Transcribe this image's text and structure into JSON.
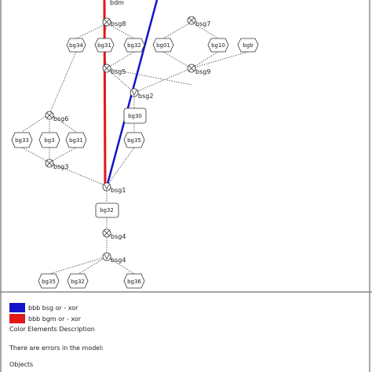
{
  "colors": {
    "red": "#e01818",
    "blue": "#1414c8",
    "edge": "#444444",
    "border": "#888888"
  },
  "nodes": {
    "top": {
      "label": "bdm"
    },
    "g1": {
      "label": "bsg8"
    },
    "g2": {
      "label": "bsg7"
    },
    "g3": {
      "label": "bsg5"
    },
    "g4": {
      "label": "bsg9"
    },
    "g5": {
      "label": "bsg2"
    },
    "g6": {
      "label": "bsg6"
    },
    "g7": {
      "label": "bsg3"
    },
    "g8": {
      "label": "bsg1"
    },
    "g9": {
      "label": "bsg4"
    },
    "g10": {
      "label": "bsg4"
    },
    "h1": {
      "label": "bg34"
    },
    "h2": {
      "label": "bg31"
    },
    "h3": {
      "label": "bg32"
    },
    "h4": {
      "label": "bg01"
    },
    "h5": {
      "label": "bg10"
    },
    "h6": {
      "label": "bgb"
    },
    "h7": {
      "label": "bg30"
    },
    "h8": {
      "label": "bg33"
    },
    "h9": {
      "label": "bg3"
    },
    "h10": {
      "label": "bg31"
    },
    "h11": {
      "label": "bg35"
    },
    "h12": {
      "label": "bg32"
    },
    "h13": {
      "label": "bg35"
    },
    "h14": {
      "label": "bg32"
    },
    "h15": {
      "label": "bg36"
    }
  },
  "legend": {
    "blue_text": "bbb bsg or - xor",
    "red_text": "bbb bgm or - xor",
    "header": "Color Elements  Description"
  },
  "messages": {
    "errors": "There are errors in the model:",
    "objects": "Objects"
  }
}
